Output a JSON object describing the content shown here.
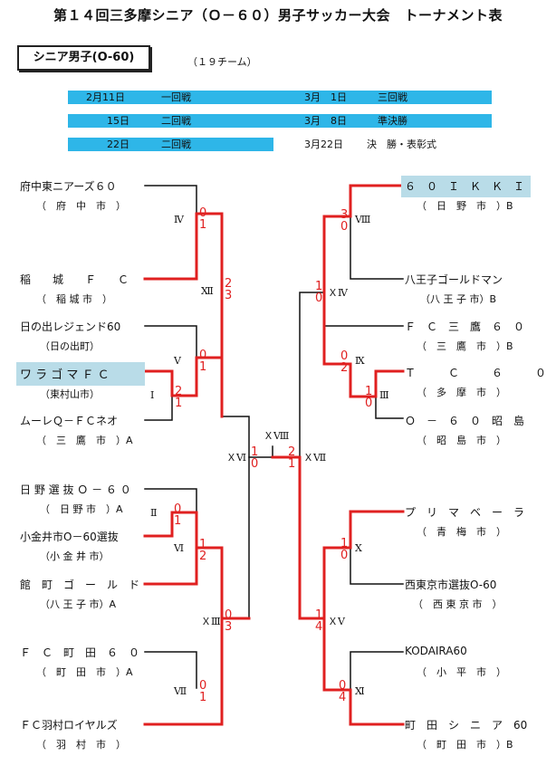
{
  "title": "第１４回三多摩シニア（Ｏ－６０）男子サッカー大会　トーナメント表",
  "category": "シニア男子(O-60)",
  "team_count": "（１９チーム）",
  "schedule": [
    {
      "d1": "2月11日",
      "r1": "一回戦",
      "d2": "3月　1日",
      "r2": "三回戦"
    },
    {
      "d1": "15日",
      "r1": "二回戦",
      "d2": "3月　8日",
      "r2": "準決勝"
    },
    {
      "d1": "22日",
      "r1": "二回戦",
      "d2": "3月22日",
      "r2": "決　勝・表彰式"
    }
  ],
  "left_teams": [
    {
      "name": "府中東ニアーズ６０",
      "city": "（　府　中　市　）"
    },
    {
      "name": "稲　　城　　Ｆ　　Ｃ",
      "city": "（　稲 城 市　）"
    },
    {
      "name": "日の出レジェンド60",
      "city": "（日の出町）"
    },
    {
      "name": "ワ ラ ゴ マ Ｆ Ｃ",
      "city": "（東村山市）"
    },
    {
      "name": "ムーレＱ－ＦＣネオ",
      "city": "（　三　鷹　市　）A"
    },
    {
      "name": "日 野 選 抜 Ｏ － ６ ０",
      "city": "（　日 野 市　）A"
    },
    {
      "name": "小金井市O－60選抜",
      "city": "（小 金 井 市）"
    },
    {
      "name": "館　町　ゴ　ー　ル　ド",
      "city": "（八 王 子 市）A"
    },
    {
      "name": "Ｆ　Ｃ　町　田　６　０",
      "city": "（　町　田　市　）A"
    },
    {
      "name": "ＦＣ羽村ロイヤルズ",
      "city": "（　羽　村　市　）"
    }
  ],
  "right_teams": [
    {
      "name": "６　０　Ｉ　Ｋ　Ｋ　Ｉ",
      "city": "（　日　野　市　）B"
    },
    {
      "name": "八王子ゴールドマン",
      "city": "（八 王 子 市）B"
    },
    {
      "name": "Ｆ　Ｃ　三　鷹　６　０",
      "city": "（　三　鷹　市　）B"
    },
    {
      "name": "Ｔ　　　Ｃ　　　６　　　０",
      "city": "（　多　摩　市　）"
    },
    {
      "name": "Ｏ　－　６　０　昭　島",
      "city": "（　昭　島　市　）"
    },
    {
      "name": "プ　リ　マ　ベ　ー　ラ",
      "city": "（　青　梅　市　）"
    },
    {
      "name": "西東京市選抜O-60",
      "city": "（　西 東 京 市　）"
    },
    {
      "name": "KODAIRA60",
      "city": "（　小　平　市　）"
    },
    {
      "name": "町　田　シ　ニ　ア　60",
      "city": "（　町　田　市　）B"
    }
  ],
  "rounds": {
    "r1": "Ⅰ",
    "r2": "Ⅱ",
    "r3": "Ⅲ",
    "r4": "Ⅳ",
    "r5": "Ⅴ",
    "r6": "Ⅵ",
    "r7": "Ⅶ",
    "r8": "Ⅷ",
    "r9": "Ⅸ",
    "r10": "Ⅹ",
    "r11": "Ⅺ",
    "r12": "Ⅻ",
    "r13": "ＸⅢ",
    "r14": "ＸⅣ",
    "r15": "ＸⅤ",
    "r16": "ＸⅥ",
    "r17": "ＸⅦ",
    "r18": "ＸⅧ"
  },
  "scores": {
    "s4a": "0",
    "s4b": "1",
    "s12a": "2",
    "s12b": "3",
    "s5a": "0",
    "s5b": "1",
    "s1a": "2",
    "s1b": "1",
    "s16a": "1",
    "s16b": "0",
    "s17a": "2",
    "s17b": "1",
    "s2a": "0",
    "s2b": "1",
    "s6a": "1",
    "s6b": "2",
    "s13a": "0",
    "s13b": "3",
    "s7a": "0",
    "s7b": "1",
    "s8a": "3",
    "s8b": "0",
    "s14a": "1",
    "s14b": "0",
    "s9a": "0",
    "s9b": "2",
    "s3a": "1",
    "s3b": "0",
    "s10a": "1",
    "s10b": "0",
    "s15a": "1",
    "s15b": "4",
    "s11a": "0",
    "s11b": "4"
  }
}
